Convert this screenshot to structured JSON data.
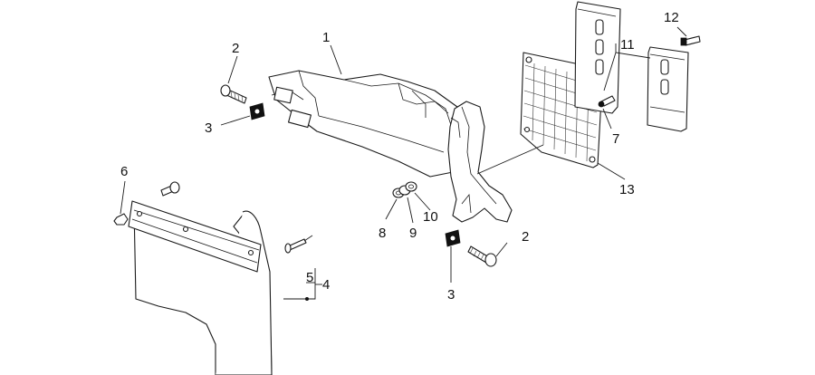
{
  "callouts": {
    "c1": "1",
    "c2_top": "2",
    "c2_bottom": "2",
    "c3_top": "3",
    "c3_bottom": "3",
    "c4": "4",
    "c5": "5",
    "c6": "6",
    "c7": "7",
    "c8": "8",
    "c9": "9",
    "c10": "10",
    "c11": "11",
    "c12": "12",
    "c13": "13"
  },
  "colors": {
    "line": "#1a1a1a",
    "background": "#ffffff",
    "fill": "#ffffff"
  }
}
